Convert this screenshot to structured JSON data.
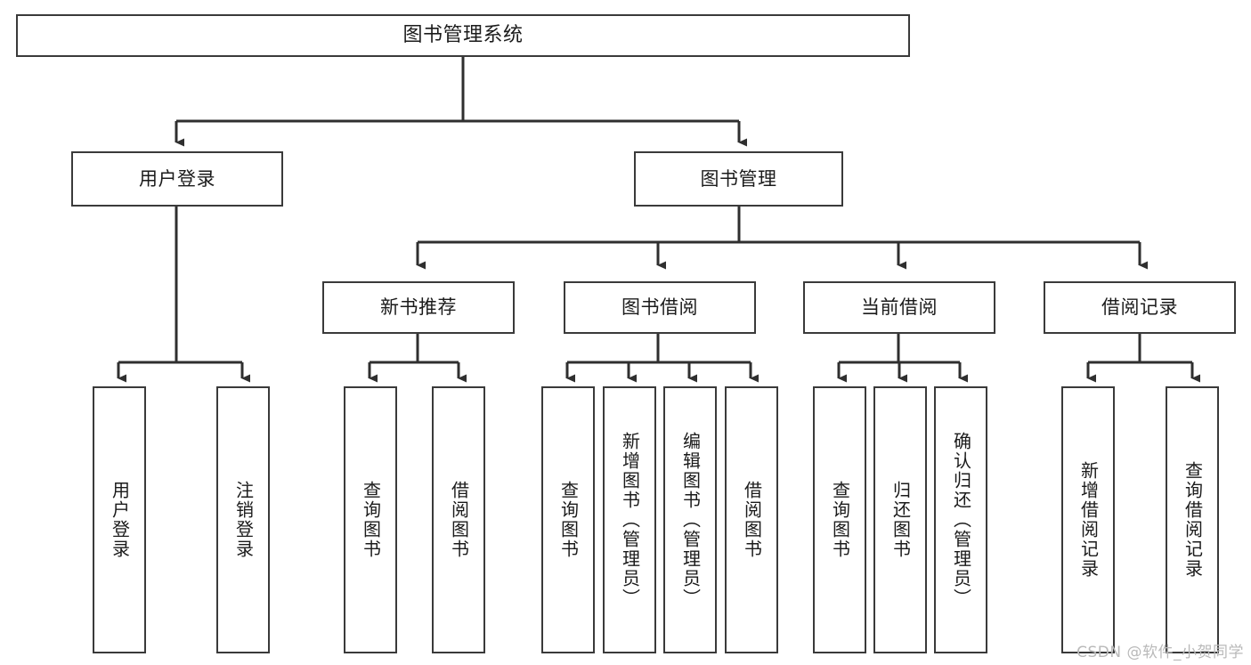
{
  "diagram": {
    "title": "图书管理系统",
    "type": "functional-structure-tree",
    "colors": {
      "box_border": "#3a3a3a",
      "box_fill": "#ffffff",
      "connector": "#2f2f2f",
      "text": "#1b1b1b",
      "watermark": "#b9b9b9"
    },
    "root": {
      "label": "图书管理系统"
    },
    "level2": [
      {
        "label": "用户登录"
      },
      {
        "label": "图书管理"
      }
    ],
    "level3": [
      {
        "label": "新书推荐"
      },
      {
        "label": "图书借阅"
      },
      {
        "label": "当前借阅"
      },
      {
        "label": "借阅记录"
      }
    ],
    "leaves": {
      "user_login": [
        {
          "label": "用户登录"
        },
        {
          "label": "注销登录"
        }
      ],
      "new_book_recommend": [
        {
          "label": "查询图书"
        },
        {
          "label": "借阅图书"
        }
      ],
      "book_borrow": [
        {
          "label": "查询图书"
        },
        {
          "label": "新增图书（管理员）"
        },
        {
          "label": "编辑图书（管理员）"
        },
        {
          "label": "借阅图书"
        }
      ],
      "current_borrow": [
        {
          "label": "查询图书"
        },
        {
          "label": "归还图书"
        },
        {
          "label": "确认归还（管理员）"
        }
      ],
      "borrow_record": [
        {
          "label": "新增借阅记录"
        },
        {
          "label": "查询借阅记录"
        }
      ]
    }
  },
  "watermark": {
    "text": "CSDN @软件_小贺同学"
  }
}
